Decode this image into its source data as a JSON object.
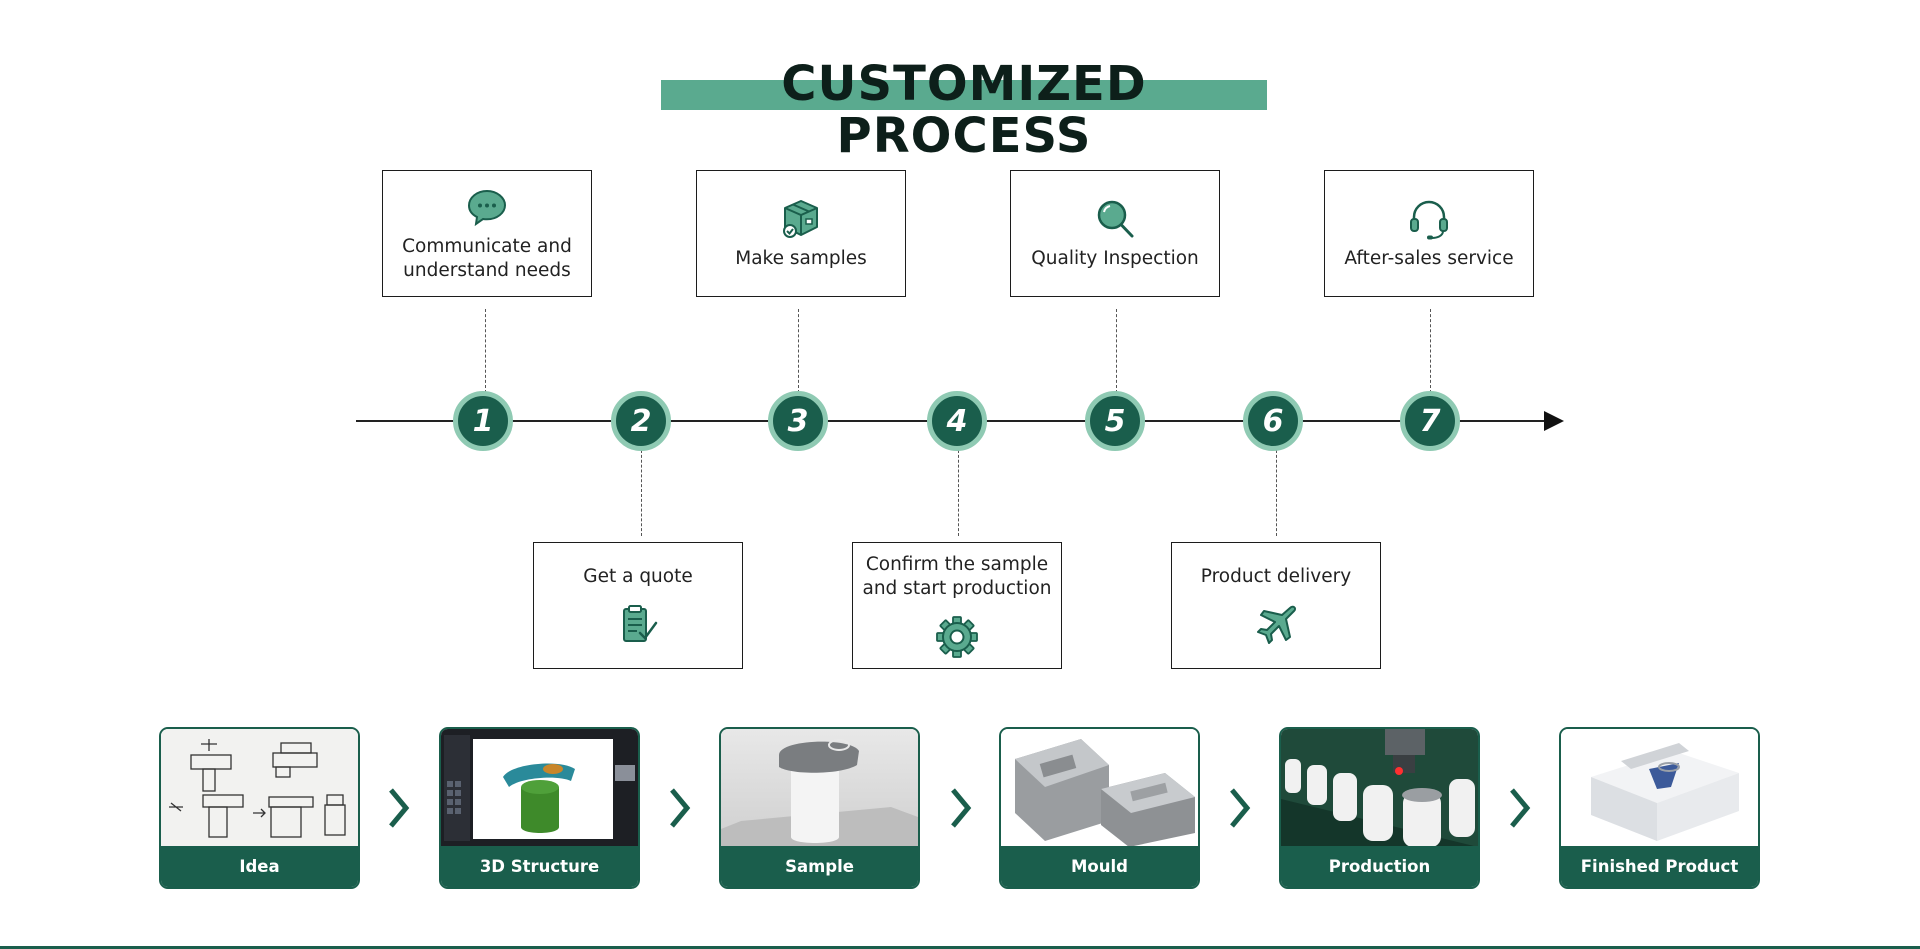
{
  "title": "CUSTOMIZED PROCESS",
  "colors": {
    "accent": "#1a5e4c",
    "accent_light": "#8fcab3",
    "title_bar": "#5aaa8f"
  },
  "steps": [
    {
      "number": "1",
      "label": "Communicate and understand needs",
      "icon": "chat-bubble-icon"
    },
    {
      "number": "2",
      "label": "Get a quote",
      "icon": "clipboard-check-icon"
    },
    {
      "number": "3",
      "label": "Make samples",
      "icon": "package-box-icon"
    },
    {
      "number": "4",
      "label": "Confirm the sample and start production",
      "icon": "gear-icon"
    },
    {
      "number": "5",
      "label": "Quality Inspection",
      "icon": "magnifier-icon"
    },
    {
      "number": "6",
      "label": "Product delivery",
      "icon": "airplane-icon"
    },
    {
      "number": "7",
      "label": "After-sales service",
      "icon": "headset-icon"
    }
  ],
  "stages": [
    {
      "label": "Idea",
      "image": "hand-sketch"
    },
    {
      "label": "3D Structure",
      "image": "cad-model"
    },
    {
      "label": "Sample",
      "image": "product-sample"
    },
    {
      "label": "Mould",
      "image": "injection-mould"
    },
    {
      "label": "Production",
      "image": "production-line"
    },
    {
      "label": "Finished Product",
      "image": "packaged-product"
    }
  ]
}
